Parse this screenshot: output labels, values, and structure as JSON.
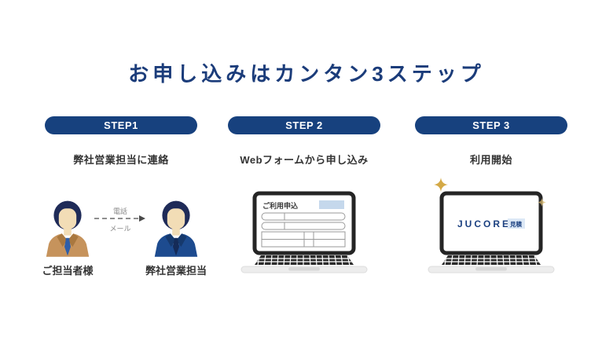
{
  "title": "お申し込みはカンタン3ステップ",
  "colors": {
    "navy": "#17417e",
    "title_navy": "#1b3c7a",
    "gold": "#d4a946"
  },
  "steps": [
    {
      "badge": "STEP1",
      "description": "弊社営業担当に連絡"
    },
    {
      "badge": "STEP 2",
      "description": "Webフォームから申し込み"
    },
    {
      "badge": "STEP 3",
      "description": "利用開始"
    }
  ],
  "illus": {
    "contact": {
      "left_label": "ご担当者様",
      "right_label": "弊社営業担当",
      "arrow_top": "電話",
      "arrow_bottom": "メール"
    },
    "form": {
      "title": "ご利用申込"
    },
    "result": {
      "brand": "JUCORE",
      "suffix": "見積"
    }
  }
}
